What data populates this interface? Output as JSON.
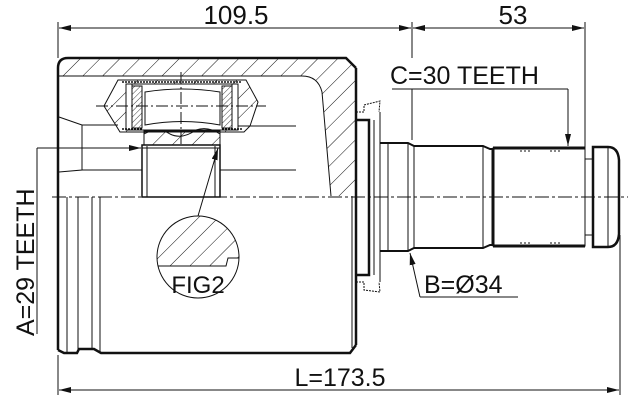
{
  "drawing": {
    "title": "Inner CV joint dimension drawing",
    "colors": {
      "line": "#111111",
      "background": "#ffffff"
    },
    "dimensions": {
      "housing_length": "109.5",
      "shaft_length": "53",
      "overall_length": "L=173.5"
    },
    "callouts": {
      "spline_c": "C=30 TEETH",
      "spline_a": "A=29 TEETH",
      "diameter_b": "B=Ø34",
      "detail": "FIG2"
    }
  }
}
